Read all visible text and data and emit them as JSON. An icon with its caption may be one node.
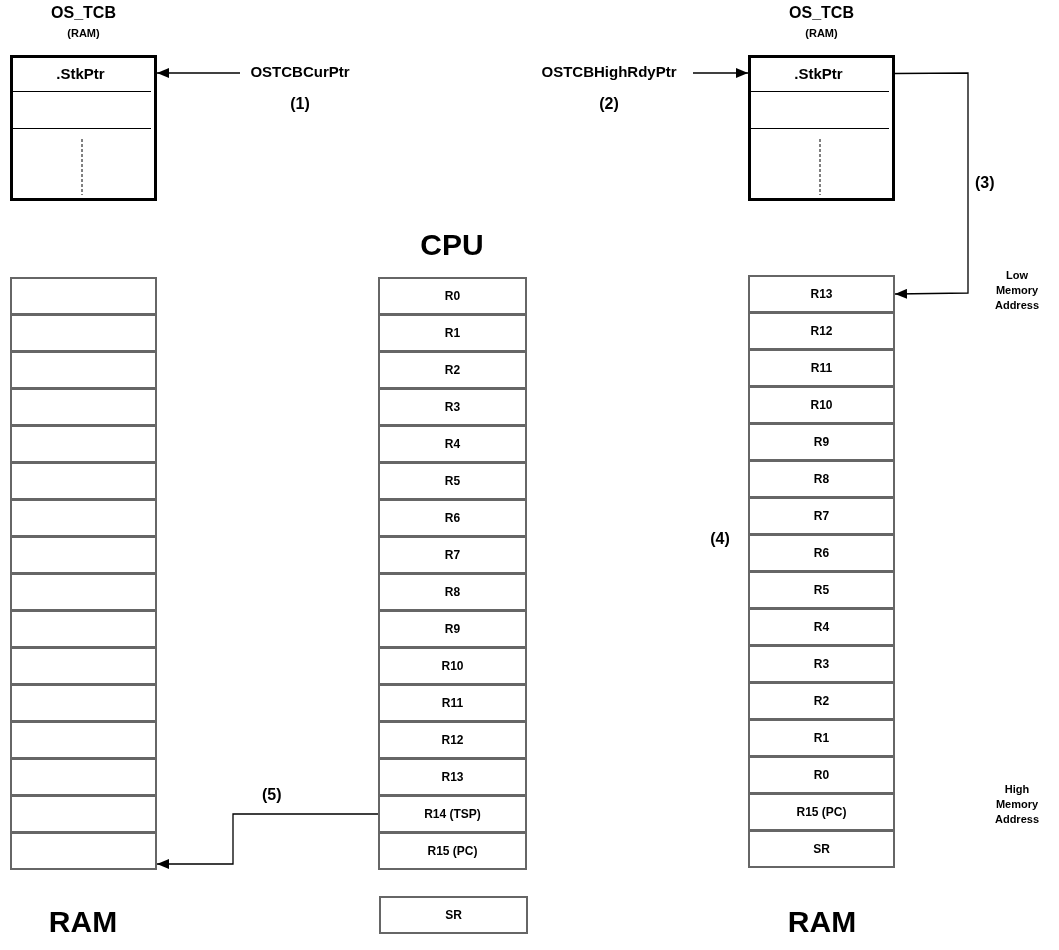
{
  "diagram": {
    "nodes": [
      {
        "text": [
          "OS_TCB",
          "(RAM)"
        ]
      },
      {
        "text": [
          ".StkPtr"
        ],
        "in": 0
      },
      {
        "text": [],
        "shape": "box",
        "in": 0
      },
      {
        "text": [],
        "shape": "box",
        "in": 0
      },
      {
        "text": [
          "OSTCBCurPtr"
        ],
        "beside": [
          "(1)"
        ]
      },
      {
        "text": [
          "OSTCBHighRdyPtr"
        ],
        "beside": [
          "(2)"
        ]
      },
      {
        "text": [
          "OS_TCB",
          "(RAM)"
        ]
      },
      {
        "text": [
          ".StkPtr"
        ],
        "in": 6
      },
      {
        "text": [],
        "shape": "box",
        "in": 6
      },
      {
        "text": [],
        "shape": "box",
        "in": 6
      },
      {
        "text": [],
        "shape": "box"
      },
      {
        "text": [],
        "shape": "box"
      },
      {
        "text": [],
        "shape": "box"
      },
      {
        "text": [],
        "shape": "box"
      },
      {
        "text": [],
        "shape": "box"
      },
      {
        "text": [],
        "shape": "box"
      },
      {
        "text": [],
        "shape": "box"
      },
      {
        "text": [],
        "shape": "box"
      },
      {
        "text": [],
        "shape": "box"
      },
      {
        "text": [],
        "shape": "box"
      },
      {
        "text": [],
        "shape": "box"
      },
      {
        "text": [],
        "shape": "box"
      },
      {
        "text": [],
        "shape": "box"
      },
      {
        "text": [],
        "shape": "box"
      },
      {
        "text": [],
        "shape": "box"
      },
      {
        "text": [],
        "shape": "box"
      },
      {
        "text": [
          "R0"
        ]
      },
      {
        "text": [
          "R1"
        ]
      },
      {
        "text": [
          "R2"
        ]
      },
      {
        "text": [
          "R3"
        ]
      },
      {
        "text": [
          "R4"
        ]
      },
      {
        "text": [
          "R5"
        ]
      },
      {
        "text": [
          "R6"
        ]
      },
      {
        "text": [
          "R7"
        ]
      },
      {
        "text": [
          "R8"
        ]
      },
      {
        "text": [
          "R9"
        ]
      },
      {
        "text": [
          "R10"
        ]
      },
      {
        "text": [
          "R11"
        ]
      },
      {
        "text": [
          "R12"
        ]
      },
      {
        "text": [
          "R13"
        ]
      },
      {
        "text": [
          "R14 (TSP)"
        ]
      },
      {
        "text": [
          "R15 (PC)"
        ]
      },
      {
        "text": [
          "SR"
        ]
      },
      {
        "text": [
          "R13"
        ]
      },
      {
        "text": [
          "R12"
        ]
      },
      {
        "text": [
          "R11"
        ]
      },
      {
        "text": [
          "R10"
        ]
      },
      {
        "text": [
          "R9"
        ]
      },
      {
        "text": [
          "R8"
        ]
      },
      {
        "text": [
          "R7"
        ]
      },
      {
        "text": [
          "R6"
        ]
      },
      {
        "text": [
          "R5"
        ]
      },
      {
        "text": [
          "R4"
        ]
      },
      {
        "text": [
          "R3"
        ]
      },
      {
        "text": [
          "R2"
        ]
      },
      {
        "text": [
          "R1"
        ]
      },
      {
        "text": [
          "R0"
        ]
      },
      {
        "text": [
          "R15 (PC)"
        ]
      },
      {
        "text": [
          "SR"
        ]
      }
    ],
    "edges": [
      {
        "from": 4,
        "to": 1,
        "arrow": "to"
      },
      {
        "from": 5,
        "to": 7,
        "arrow": "to"
      },
      {
        "from": 7,
        "to": 43,
        "arrow": "to",
        "label": "(3)"
      },
      {
        "from": 40,
        "to": 25,
        "arrow": "to",
        "label": "(5)"
      }
    ],
    "labels": [
      "CPU",
      "Low Memory Address",
      "(4)",
      "High Memory Address",
      "RAM",
      "RAM"
    ]
  }
}
